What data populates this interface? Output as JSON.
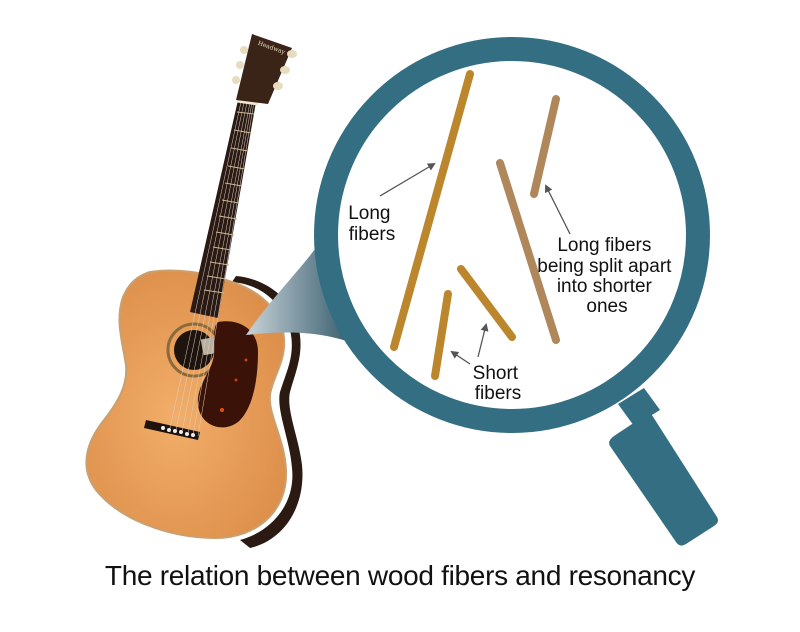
{
  "title": "The relation between wood fibers and resonancy",
  "labels": {
    "long_fibers": [
      "Long",
      "fibers"
    ],
    "splitting_fibers": [
      "Long fibers",
      "being split apart",
      "into shorter",
      "ones"
    ],
    "short_fibers": [
      "Short",
      "fibers"
    ]
  },
  "subject": "acoustic-guitar",
  "headstock_brand": "Headway",
  "colors": {
    "magnifier": "#346E83",
    "long_fiber": "#BC862D",
    "splitting_fiber": "#B0875A",
    "arrow": "#555555",
    "guitar_top": "#E9A15F",
    "guitar_side": "#2A1A12",
    "fretboard": "#2B1A14",
    "pickguard": "#3A1208"
  }
}
